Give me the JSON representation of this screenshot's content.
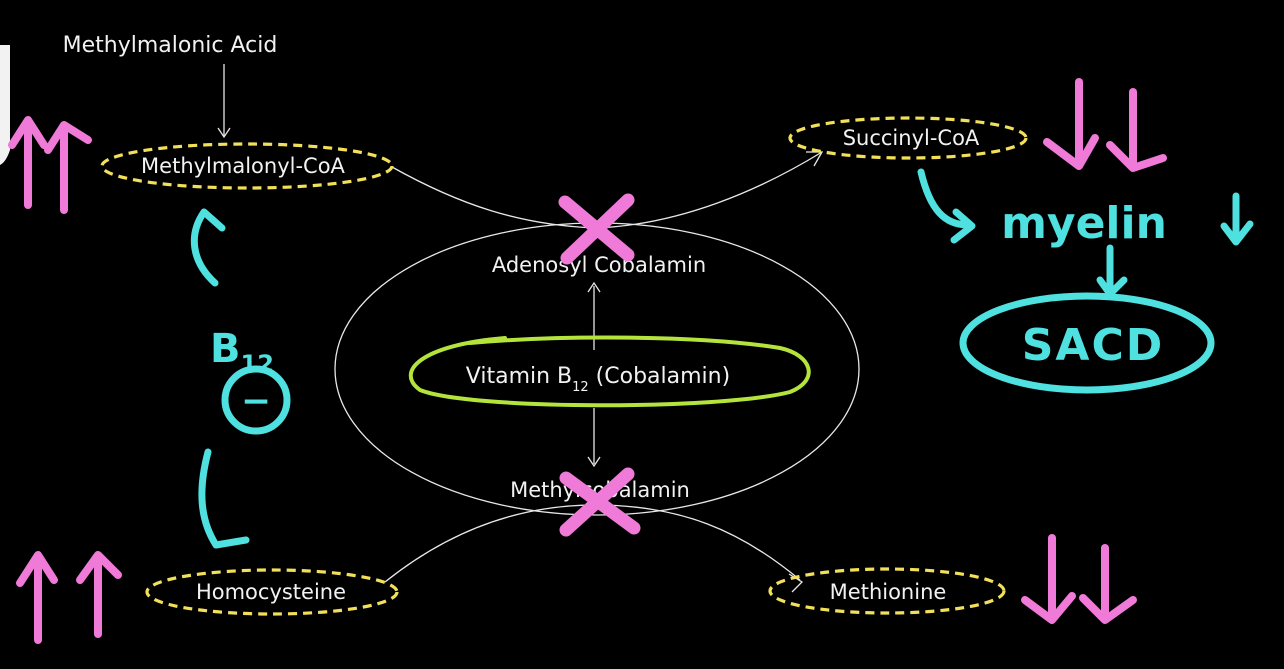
{
  "labels": {
    "methylmalonic_acid": "Methylmalonic Acid",
    "methylmalonyl_coa": "Methylmalonyl-CoA",
    "succinyl_coa": "Succinyl-CoA",
    "adenosyl_cobalamin": "Adenosyl Cobalamin",
    "vitamin_b12_prefix": "Vitamin B",
    "vitamin_b12_subscript": "12",
    "vitamin_b12_suffix": " (Cobalamin)",
    "methylcobalamin": "Methylcobalamin",
    "homocysteine": "Homocysteine",
    "methionine": "Methionine"
  },
  "annotations": {
    "myelin": "myelin",
    "sacd": "SACD",
    "b12_prefix": "B",
    "b12_subscript": "12",
    "inhibit_sign": "−"
  },
  "colors": {
    "background": "#000000",
    "text": "#f2f2f2",
    "highlight_yellow": "#f3e05a",
    "annotation_cyan": "#4fe0e0",
    "annotation_pink": "#f07ad8",
    "vitamin_green": "#b4e43c"
  }
}
